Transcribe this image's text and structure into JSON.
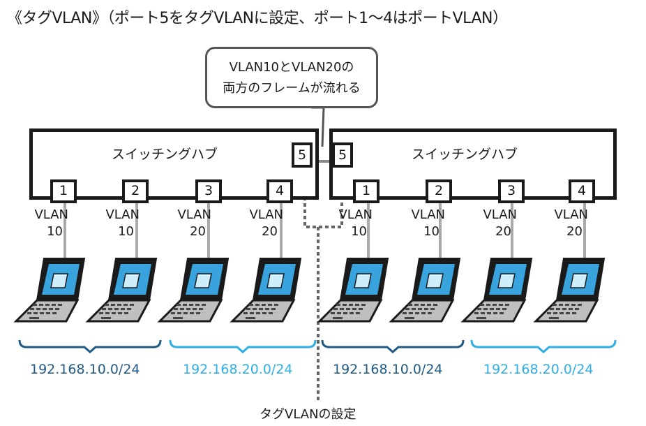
{
  "title": "《タグVLAN》（ポート5をタグVLANに設定、ポート1～4はポートVLAN）",
  "bubble": {
    "line1": "VLAN10とVLAN20の",
    "line2": "両方のフレームが流れる"
  },
  "switches": [
    {
      "label": "スイッチングハブ",
      "ports": [
        {
          "num": "1",
          "vlan": "VLAN",
          "id": "10",
          "group": "10"
        },
        {
          "num": "2",
          "vlan": "VLAN",
          "id": "10",
          "group": "10"
        },
        {
          "num": "3",
          "vlan": "VLAN",
          "id": "20",
          "group": "20"
        },
        {
          "num": "4",
          "vlan": "VLAN",
          "id": "20",
          "group": "20"
        }
      ],
      "trunk_port": "5"
    },
    {
      "label": "スイッチングハブ",
      "ports": [
        {
          "num": "1",
          "vlan": "VLAN",
          "id": "10",
          "group": "10"
        },
        {
          "num": "2",
          "vlan": "VLAN",
          "id": "10",
          "group": "10"
        },
        {
          "num": "3",
          "vlan": "VLAN",
          "id": "20",
          "group": "20"
        },
        {
          "num": "4",
          "vlan": "VLAN",
          "id": "20",
          "group": "20"
        }
      ],
      "trunk_port": "5"
    }
  ],
  "subnets": [
    "192.168.10.0/24",
    "192.168.20.0/24",
    "192.168.10.0/24",
    "192.168.20.0/24"
  ],
  "caption": "タグVLANの設定",
  "colors": {
    "vlan10": "#1f5a86",
    "vlan20": "#2eaee6",
    "line": "#aaaaaa",
    "dotted": "#666666",
    "laptop_body": "#1a1a1a",
    "laptop_screen": "#39a3dd",
    "laptop_key": "#bfbfbf"
  }
}
